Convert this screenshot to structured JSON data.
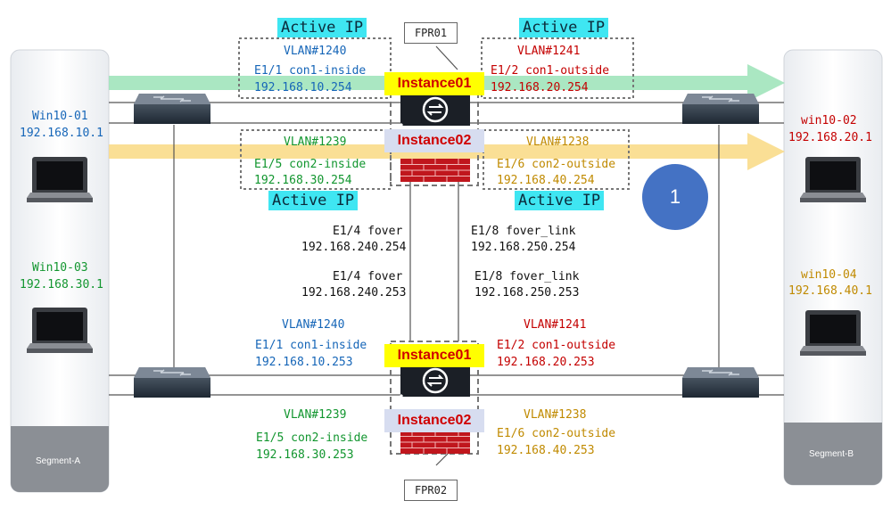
{
  "colors": {
    "blue": "#1666b8",
    "red": "#c40000",
    "green": "#12962f",
    "gold": "#c08a00",
    "instance01_bg": "#ffff00",
    "instance02_bg": "#d7ddf0",
    "active_tag_bg": "#3fe6f2",
    "arrow_green": "#9be3b7",
    "arrow_yellow": "#f9dc8a",
    "badge": "#4472c4"
  },
  "segments": {
    "a": "Segment-A",
    "b": "Segment-B"
  },
  "hosts": {
    "win01": {
      "name": "Win10-01",
      "ip": "192.168.10.1"
    },
    "win02": {
      "name": "win10-02",
      "ip": "192.168.20.1"
    },
    "win03": {
      "name": "Win10-03",
      "ip": "192.168.30.1"
    },
    "win04": {
      "name": "win10-04",
      "ip": "192.168.40.1"
    }
  },
  "devices": {
    "fpr01": "FPR01",
    "fpr02": "FPR02",
    "instance01": "Instance01",
    "instance02": "Instance02"
  },
  "active_tags": {
    "top_left": "Active IP",
    "top_right": "Active IP",
    "mid_left": "Active IP",
    "mid_right": "Active IP"
  },
  "fpr01": {
    "vlan1240": "VLAN#1240",
    "e11": "E1/1 con1-inside",
    "ip11": "192.168.10.254",
    "vlan1241": "VLAN#1241",
    "e12": "E1/2 con1-outside",
    "ip12": "192.168.20.254",
    "vlan1239": "VLAN#1239",
    "e15": "E1/5 con2-inside",
    "ip15": "192.168.30.254",
    "vlan1238": "VLAN#1238",
    "e16": "E1/6 con2-outside",
    "ip16": "192.168.40.254",
    "e14": "E1/4 fover",
    "ip14": "192.168.240.254",
    "e18": "E1/8 fover_link",
    "ip18": "192.168.250.254"
  },
  "fpr02": {
    "e14": "E1/4 fover",
    "ip14": "192.168.240.253",
    "e18": "E1/8 fover_link",
    "ip18": "192.168.250.253",
    "vlan1240": "VLAN#1240",
    "e11": "E1/1 con1-inside",
    "ip11": "192.168.10.253",
    "vlan1241": "VLAN#1241",
    "e12": "E1/2 con1-outside",
    "ip12": "192.168.20.253",
    "vlan1239": "VLAN#1239",
    "e15": "E1/5 con2-inside",
    "ip15": "192.168.30.253",
    "vlan1238": "VLAN#1238",
    "e16": "E1/6 con2-outside",
    "ip16": "192.168.40.253"
  },
  "step_badge": "1",
  "icons": [
    "switch-icon",
    "laptop-icon",
    "firewall-icon",
    "ftd-icon",
    "arrow-icon"
  ]
}
